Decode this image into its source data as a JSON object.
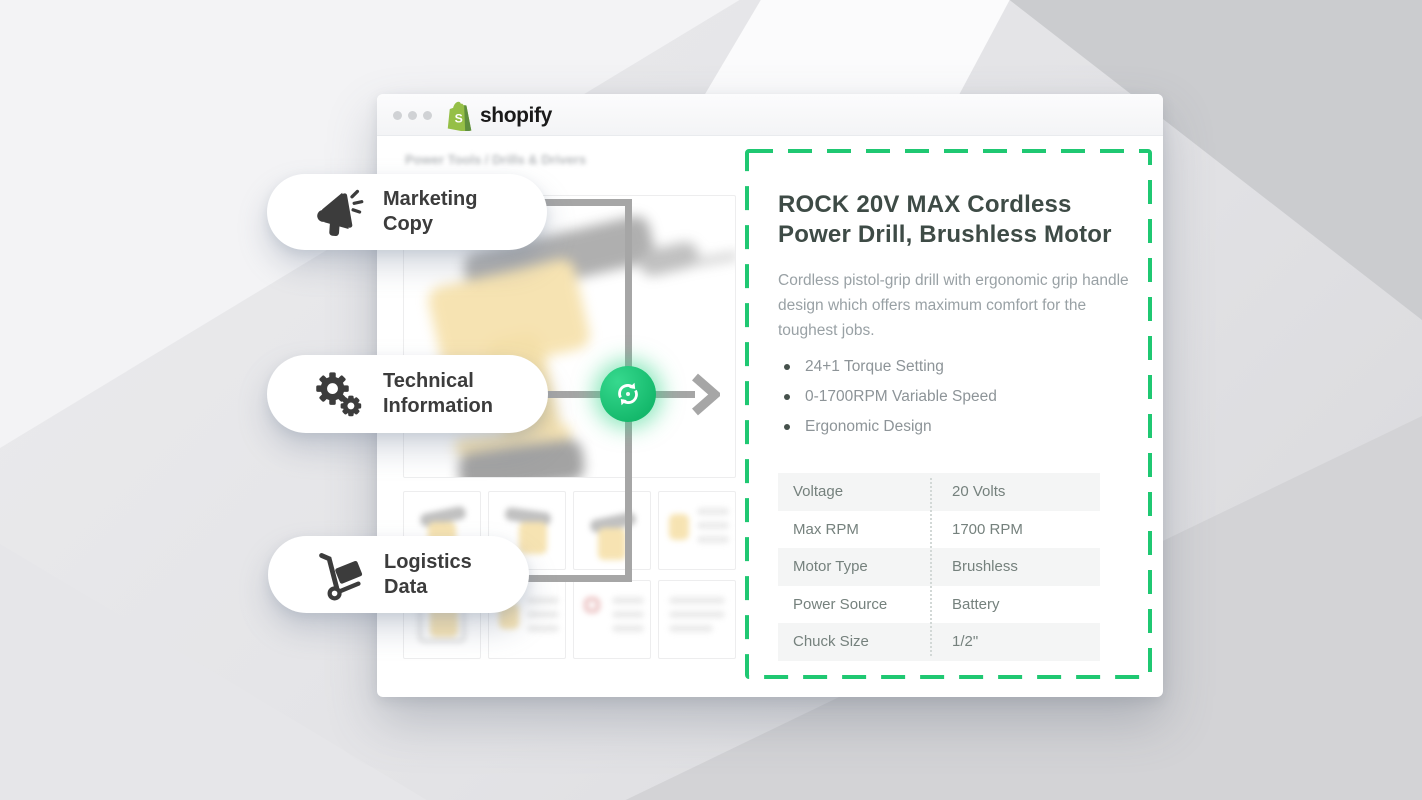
{
  "colors": {
    "accent": "#1fc872",
    "accent-deep": "#14b86b",
    "connector": "#a6a6a6",
    "pill-ink": "#3c3c3c",
    "title-ink": "#3e4b46",
    "body-ink": "#99a1a5",
    "spec-ink": "#75817d",
    "stripe": "#f4f5f5",
    "brand-green": "#95bf47",
    "brand-green-dark": "#5e8e3e",
    "brand-ink": "#1a1a1a",
    "drill-yellow": "#f0cd74"
  },
  "window": {
    "brand": "shopify",
    "breadcrumb": "Power Tools / Drills & Drivers"
  },
  "pills": [
    {
      "line1": "Marketing",
      "line2": "Copy",
      "icon": "megaphone-icon"
    },
    {
      "line1": "Technical",
      "line2": "Information",
      "icon": "gears-icon"
    },
    {
      "line1": "Logistics",
      "line2": "Data",
      "icon": "handtruck-icon"
    }
  ],
  "hub": {
    "icon": "sync-icon",
    "arrow": "arrow-right-icon"
  },
  "product": {
    "title_line1": "ROCK 20V MAX Cordless",
    "title_line2": "Power Drill, Brushless Motor",
    "description": "Cordless pistol-grip drill with ergonomic grip handle design which offers maximum comfort for the toughest jobs.",
    "bullets": [
      "24+1 Torque Setting",
      "0-1700RPM Variable Speed",
      "Ergonomic Design"
    ],
    "specs": [
      {
        "label": "Voltage",
        "value": "20 Volts"
      },
      {
        "label": "Max RPM",
        "value": "1700 RPM"
      },
      {
        "label": "Motor Type",
        "value": "Brushless"
      },
      {
        "label": "Power Source",
        "value": "Battery"
      },
      {
        "label": "Chuck Size",
        "value": "1/2\""
      }
    ]
  }
}
